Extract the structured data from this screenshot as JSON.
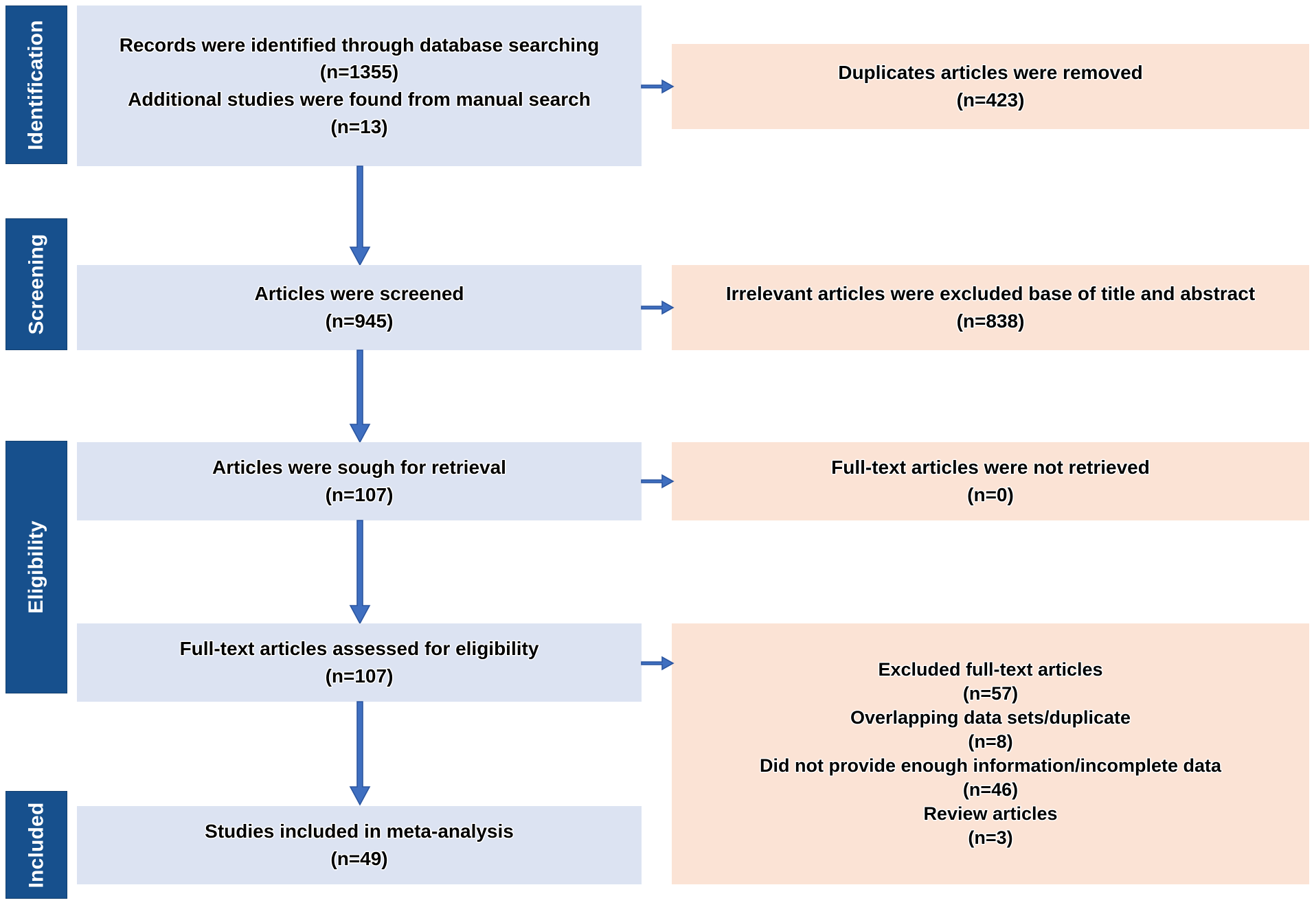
{
  "diagram": {
    "type": "prisma-flow-diagram",
    "colors": {
      "stage_bar": "#17508d",
      "included_box": "#dce3f2",
      "excluded_box": "#fbe3d5",
      "arrow": "#3f6fc0",
      "text": "#000000"
    }
  },
  "stages": [
    {
      "id": "identification",
      "label": "Identification"
    },
    {
      "id": "screening",
      "label": "Screening"
    },
    {
      "id": "eligibility",
      "label": "Eligibility"
    },
    {
      "id": "included",
      "label": "Included"
    }
  ],
  "flow": {
    "identification": {
      "main": {
        "lines": [
          "Records were identified through database searching",
          "(n=1355)",
          "Additional studies were found from manual search",
          "(n=13)"
        ]
      },
      "excluded": {
        "lines": [
          "Duplicates articles were removed",
          "(n=423)"
        ]
      }
    },
    "screening": {
      "main": {
        "lines": [
          "Articles were screened",
          "(n=945)"
        ]
      },
      "excluded": {
        "lines": [
          "Irrelevant articles were excluded base of title and abstract",
          "(n=838)"
        ]
      }
    },
    "retrieval": {
      "main": {
        "lines": [
          "Articles were sough for retrieval",
          "(n=107)"
        ]
      },
      "excluded": {
        "lines": [
          "Full-text articles were not retrieved",
          "(n=0)"
        ]
      }
    },
    "eligibility": {
      "main": {
        "lines": [
          "Full-text articles assessed for eligibility",
          "(n=107)"
        ]
      },
      "excluded": {
        "lines": [
          "Excluded full-text articles",
          "(n=57)",
          "Overlapping data sets/duplicate",
          "(n=8)",
          "Did not provide enough information/incomplete data",
          "(n=46)",
          "Review articles",
          "(n=3)"
        ]
      }
    },
    "included": {
      "main": {
        "lines": [
          "Studies included in meta-analysis",
          "(n=49)"
        ]
      }
    }
  },
  "chart_data": {
    "type": "diagram",
    "title": "PRISMA study selection flow",
    "nodes": [
      {
        "stage": "Identification",
        "label": "Records were identified through database searching",
        "n": 1355
      },
      {
        "stage": "Identification",
        "label": "Additional studies were found from manual search",
        "n": 13
      },
      {
        "stage": "Identification",
        "label": "Duplicates articles were removed",
        "n": 423,
        "kind": "excluded"
      },
      {
        "stage": "Screening",
        "label": "Articles were screened",
        "n": 945
      },
      {
        "stage": "Screening",
        "label": "Irrelevant articles were excluded base of title and abstract",
        "n": 838,
        "kind": "excluded"
      },
      {
        "stage": "Eligibility",
        "label": "Articles were sough for retrieval",
        "n": 107
      },
      {
        "stage": "Eligibility",
        "label": "Full-text articles were not retrieved",
        "n": 0,
        "kind": "excluded"
      },
      {
        "stage": "Eligibility",
        "label": "Full-text articles assessed for eligibility",
        "n": 107
      },
      {
        "stage": "Eligibility",
        "label": "Excluded full-text articles",
        "n": 57,
        "kind": "excluded"
      },
      {
        "stage": "Eligibility",
        "label": "Overlapping data sets/duplicate",
        "n": 8,
        "kind": "excluded"
      },
      {
        "stage": "Eligibility",
        "label": "Did not provide enough information/incomplete data",
        "n": 46,
        "kind": "excluded"
      },
      {
        "stage": "Eligibility",
        "label": "Review articles",
        "n": 3,
        "kind": "excluded"
      },
      {
        "stage": "Included",
        "label": "Studies included in meta-analysis",
        "n": 49
      }
    ]
  }
}
